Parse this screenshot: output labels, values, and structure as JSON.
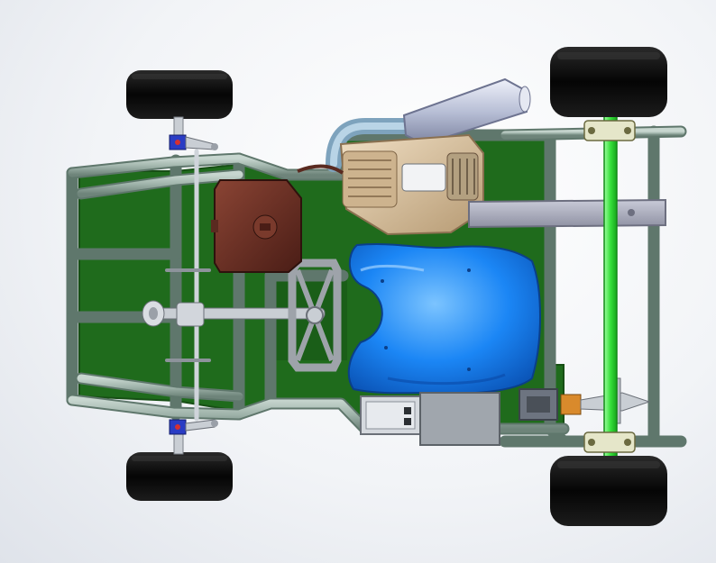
{
  "scene": {
    "type": "cad-3d-render",
    "view": "top",
    "background": "#eef1f5"
  },
  "colors": {
    "frame_tube": "#a9bdb4",
    "frame_tube_dark": "#6e847a",
    "floor_panel": "#1f6b1c",
    "floor_panel_edge": "#174f15",
    "tire": "#0b0b0b",
    "rear_axle": "#36e03a",
    "seat": "#1b86f5",
    "seat_highlight": "#7cc4ff",
    "fuel_tank": "#6a2f25",
    "engine": "#d8c2a0",
    "exhaust": "#b8bfd6",
    "intake_pipe": "#8fb0c9",
    "cross_plate": "#9fa1b2",
    "battery_box": "#a0a6ad",
    "brake_caliper": "#d98a2c",
    "king_pin": "#2a3cc4",
    "steering_metal": "#c9ced4"
  },
  "components": [
    "front-left-wheel",
    "front-right-wheel",
    "rear-left-wheel",
    "rear-right-wheel",
    "chassis-frame",
    "floor-panel",
    "seat",
    "fuel-tank",
    "engine",
    "exhaust-muffler",
    "rear-axle",
    "steering-wheel",
    "steering-column",
    "battery-box",
    "brake-assembly"
  ]
}
